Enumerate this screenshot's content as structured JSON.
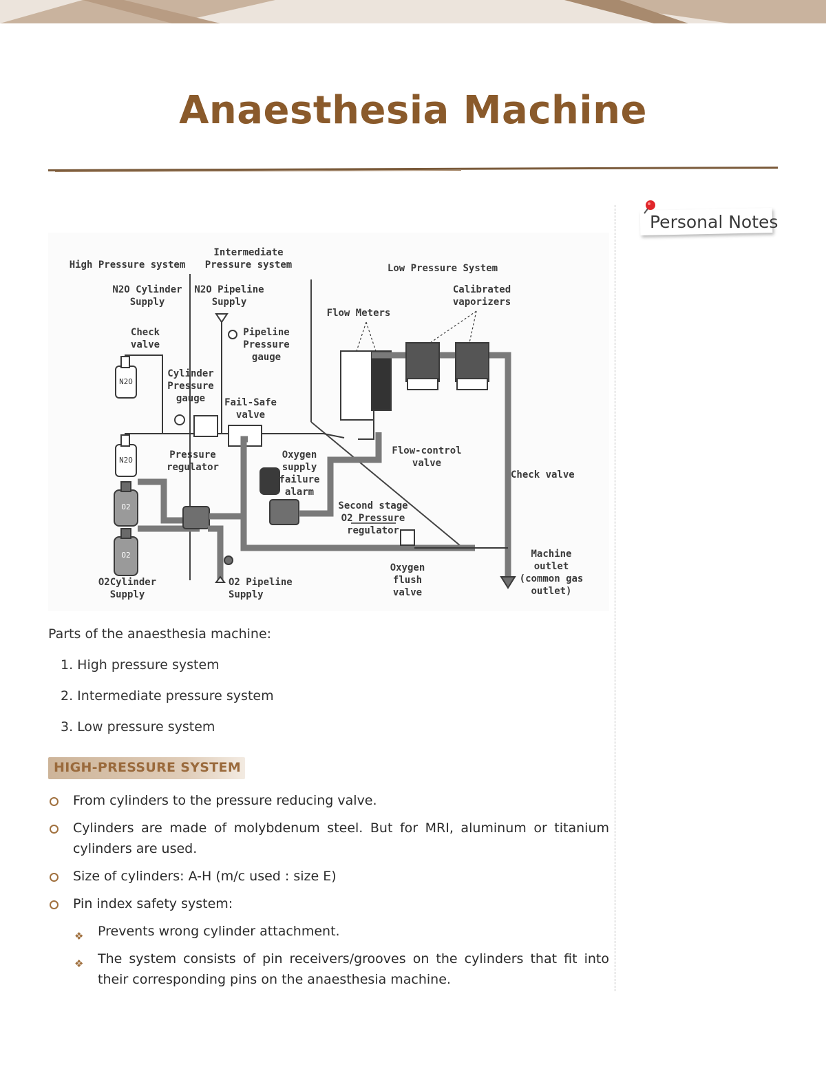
{
  "title": "Anaesthesia Machine",
  "notes": {
    "label": "Personal Notes"
  },
  "diagram_labels": {
    "high_pressure": "High Pressure system",
    "intermediate_pressure": "Intermediate\nPressure system",
    "low_pressure": "Low Pressure System",
    "n2o_cylinder_supply": "N2O Cylinder\nSupply",
    "n2o_pipeline_supply": "N2O Pipeline\nSupply",
    "calibrated_vaporizers": "Calibrated\nvaporizers",
    "flow_meters": "Flow Meters",
    "check_valve_top": "Check\nvalve",
    "pipeline_pressure_gauge": "Pipeline\nPressure\ngauge",
    "cylinder_pressure_gauge": "Cylinder\nPressure\ngauge",
    "fail_safe_valve": "Fail-Safe\nvalve",
    "pressure_regulator": "Pressure\nregulator",
    "oxygen_supply_failure_alarm": "Oxygen\nsupply\nfailure\nalarm",
    "flow_control_valve": "Flow-control\nvalve",
    "check_valve_right": "Check valve",
    "second_stage_regulator": "Second stage\nO2 Pressure\nregulator",
    "machine_outlet": "Machine\noutlet\n(common gas\noutlet)",
    "oxygen_flush_valve": "Oxygen\nflush\nvalve",
    "o2_pipeline_supply": "O2 Pipeline Supply",
    "o2_cylinder_supply": "O2Cylinder\nSupply",
    "cyl_n2o_1": "N2O",
    "cyl_n2o_2": "N2O",
    "cyl_o2_1": "O2",
    "cyl_o2_2": "O2"
  },
  "intro": "Parts of the anaesthesia machine:",
  "parts": [
    "1.  High pressure system",
    "2.  Intermediate pressure system",
    "3.  Low pressure system"
  ],
  "section": {
    "heading": "HIGH-PRESSURE SYSTEM",
    "bullets": [
      "From cylinders to the pressure reducing valve.",
      "Cylinders are made of molybdenum steel. But for MRI, aluminum or titanium cylinders are used.",
      "Size of cylinders: A-H (m/c used : size E)",
      "Pin index safety system:"
    ],
    "sub_bullets": [
      "Prevents wrong cylinder attachment.",
      "The system consists of pin receivers/grooves on the cylinders that fit into their corresponding pins on the anaesthesia machine."
    ]
  },
  "colors": {
    "accent": "#8a5a2b",
    "band": "#c8b39f",
    "pin": "#e0262a"
  }
}
